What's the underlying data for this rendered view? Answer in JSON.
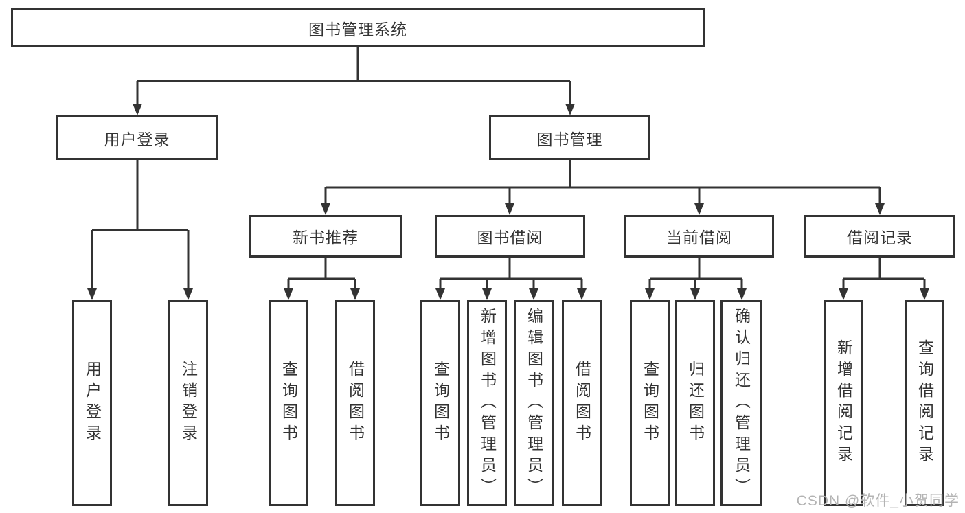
{
  "diagram_title": "图书管理系统",
  "tree": {
    "root": {
      "label": "图书管理系统"
    },
    "branches": [
      {
        "label": "用户登录",
        "children": [
          "用户登录",
          "注销登录"
        ]
      },
      {
        "label": "图书管理",
        "groups": [
          {
            "label": "新书推荐",
            "children": [
              "查询图书",
              "借阅图书"
            ]
          },
          {
            "label": "图书借阅",
            "children": [
              "查询图书",
              "新增图书（管理员）",
              "编辑图书（管理员）",
              "借阅图书"
            ]
          },
          {
            "label": "当前借阅",
            "children": [
              "查询图书",
              "归还图书",
              "确认归还（管理员）"
            ]
          },
          {
            "label": "借阅记录",
            "children": [
              "新增借阅记录",
              "查询借阅记录"
            ]
          }
        ]
      }
    ]
  },
  "watermark": {
    "text": "CSDN @软件_小贺同学"
  },
  "colors": {
    "line": "#333333",
    "box_border": "#333333",
    "text": "#333333",
    "watermark": "#b3b3b3",
    "background": "#ffffff"
  }
}
